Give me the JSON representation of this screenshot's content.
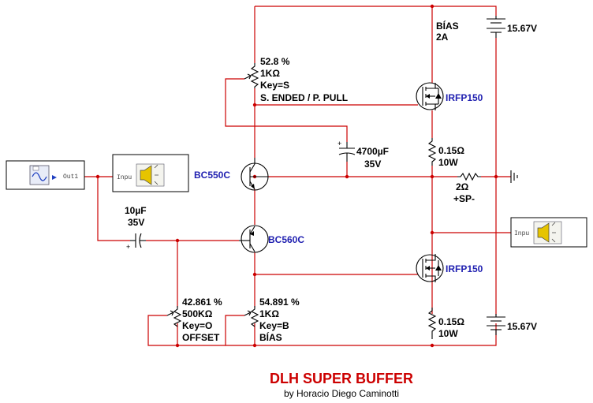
{
  "title": "DLH SUPER BUFFER",
  "subtitle": "by Horacio Diego Caminotti",
  "pot_top": {
    "pct": "52.8 %",
    "value": "1KΩ",
    "key": "Key=S",
    "label": "S. ENDED / P. PULL"
  },
  "pot_offset": {
    "pct": "42.861 %",
    "value": "500KΩ",
    "key": "Key=O",
    "label": "OFFSET"
  },
  "pot_bias": {
    "pct": "54.891 %",
    "value": "1KΩ",
    "key": "Key=B",
    "label": "BÍAS"
  },
  "bias_note": {
    "line1": "BÍAS",
    "line2": "2A"
  },
  "mosfet_top": "IRFP150",
  "mosfet_bottom": "IRFP150",
  "npn": "BC550C",
  "pnp": "BC560C",
  "cap_big": {
    "value": "4700µF",
    "voltage": "35V"
  },
  "cap_in": {
    "value": "10µF",
    "voltage": "35V"
  },
  "res_top": {
    "value": "0.15Ω",
    "power": "10W"
  },
  "res_bottom": {
    "value": "0.15Ω",
    "power": "10W"
  },
  "load": {
    "value": "2Ω",
    "label": "+SP-"
  },
  "supply_top": "15.67V",
  "supply_bottom": "15.67V",
  "generator_pin": "Out1",
  "probe_in_pin": "Inpu",
  "probe_out_pin": "Inpu"
}
